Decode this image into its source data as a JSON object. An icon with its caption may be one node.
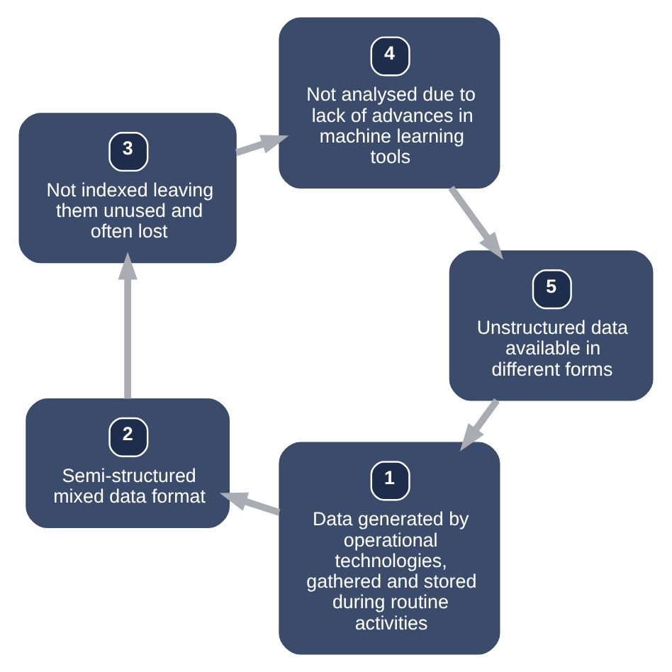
{
  "diagram": {
    "nodes": [
      {
        "text": [
          "1",
          "Data generated by operational technologies, gathered and stored during routine activities"
        ]
      },
      {
        "text": [
          "2",
          "Semi-structured mixed data format"
        ]
      },
      {
        "text": [
          "3",
          "Not indexed leaving them unused and  often lost"
        ]
      },
      {
        "text": [
          "4",
          "Not analysed due to lack of advances in machine learning tools"
        ]
      },
      {
        "text": [
          "5",
          "Unstructured data available in different forms"
        ]
      }
    ],
    "edges": [
      {
        "from": 0,
        "to": 1,
        "arrow": "to"
      },
      {
        "from": 1,
        "to": 2,
        "arrow": "to"
      },
      {
        "from": 2,
        "to": 3,
        "arrow": "to"
      },
      {
        "from": 3,
        "to": 4,
        "arrow": "to"
      },
      {
        "from": 4,
        "to": 0,
        "arrow": "to"
      }
    ]
  }
}
